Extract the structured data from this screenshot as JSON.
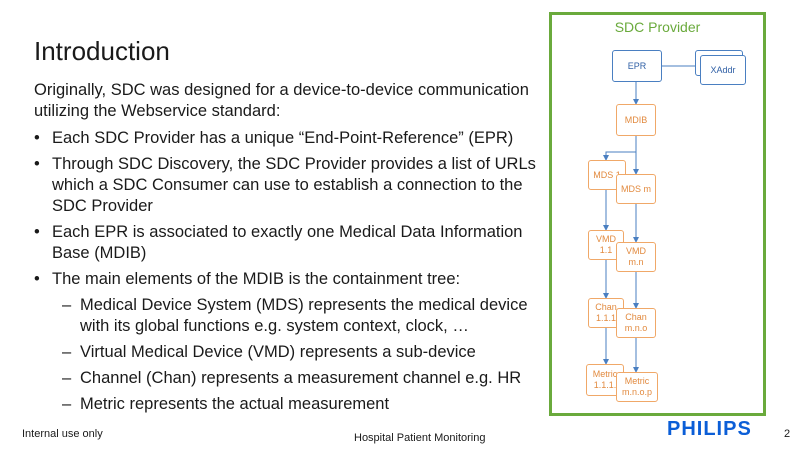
{
  "slide": {
    "title": "Introduction",
    "intro": "Originally, SDC was designed for a device-to-device communication utilizing the Webservice standard:",
    "bullets": [
      "Each SDC Provider has a unique “End-Point-Reference” (EPR)",
      "Through SDC Discovery, the SDC Provider provides a list of URLs which a SDC Consumer can use to establish a connection to the SDC Provider",
      "Each EPR is associated to exactly one Medical Data Information Base (MDIB)",
      "The main elements of the MDIB is the containment tree:"
    ],
    "subbullets": [
      "Medical Device System (MDS) represents the medical device with its global functions e.g. system context, clock, …",
      "Virtual Medical Device (VMD) represents a sub-device",
      "Channel (Chan) represents a measurement channel e.g. HR",
      "Metric represents the actual measurement"
    ]
  },
  "diagram": {
    "title": "SDC Provider",
    "epr": "EPR",
    "xaddr": "XAddr",
    "mdib": "MDIB",
    "mds1": "MDS 1",
    "mdsm": "MDS m",
    "vmd1": "VMD\n1.1",
    "vmdmn": "VMD\nm.n",
    "chan1": "Chan\n1.1.1",
    "chanmno": "Chan\nm.n.o",
    "metric1": "Metric\n1.1.1.",
    "metricmnop": "Metric\nm.n.o.p",
    "colors": {
      "frame": "#6aaa3c",
      "blue": "#4a7fc1",
      "orange": "#f0a868"
    }
  },
  "footer": {
    "left": "Internal use only",
    "center": "Hospital Patient Monitoring",
    "page": "2",
    "logo": "PHILIPS"
  }
}
